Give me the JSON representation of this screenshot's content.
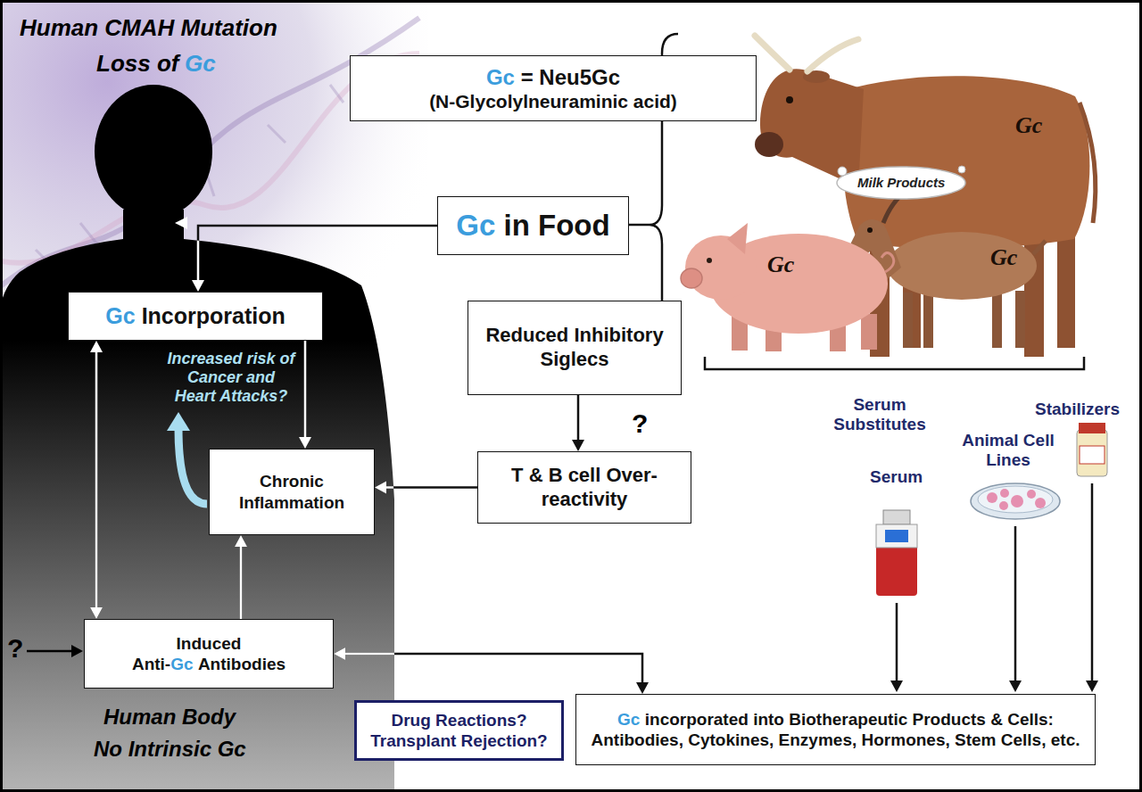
{
  "diagram": {
    "nodes": [
      {
        "text": [
          "Gc",
          "= Neu5Gc",
          "(N-Glycolylneuraminic acid)"
        ]
      },
      {
        "text": [
          "Gc",
          "in Food"
        ]
      },
      {
        "text": [
          "Gc",
          "Incorporation"
        ]
      },
      {
        "text": [
          "Reduced Inhibitory Siglecs"
        ]
      },
      {
        "text": [
          "Chronic Inflammation"
        ]
      },
      {
        "text": [
          "T & B cell Over-reactivity"
        ]
      },
      {
        "text": [
          "Induced",
          "Anti-",
          "Gc",
          "Antibodies"
        ]
      },
      {
        "text": [
          "Drug Reactions?",
          "Transplant Rejection?"
        ]
      },
      {
        "text": [
          "Gc",
          "incorporated into Biotherapeutic Products & Cells: Antibodies, Cytokines, Enzymes, Hormones, Stem Cells, etc."
        ]
      }
    ],
    "edges": [
      {
        "from": 1,
        "to": 2,
        "arrow": "to"
      },
      {
        "from": 2,
        "to": 6,
        "arrow": "both"
      },
      {
        "from": 2,
        "to": 4,
        "arrow": "to"
      },
      {
        "from": 6,
        "to": 4,
        "arrow": "to"
      },
      {
        "from": 3,
        "to": 5,
        "arrow": "to"
      },
      {
        "from": 5,
        "to": 4,
        "arrow": "to"
      },
      {
        "from": 6,
        "to": 8,
        "arrow": "both"
      }
    ],
    "labels": [
      "Human CMAH Mutation",
      "Loss of",
      "Gc",
      "Increased risk of Cancer and Heart Attacks?",
      "?",
      "Human Body",
      "No Intrinsic Gc",
      "?",
      "Milk Products",
      "Gc",
      "Gc",
      "Gc",
      "Serum Substitutes",
      "Serum",
      "Animal Cell Lines",
      "Stabilizers"
    ]
  }
}
